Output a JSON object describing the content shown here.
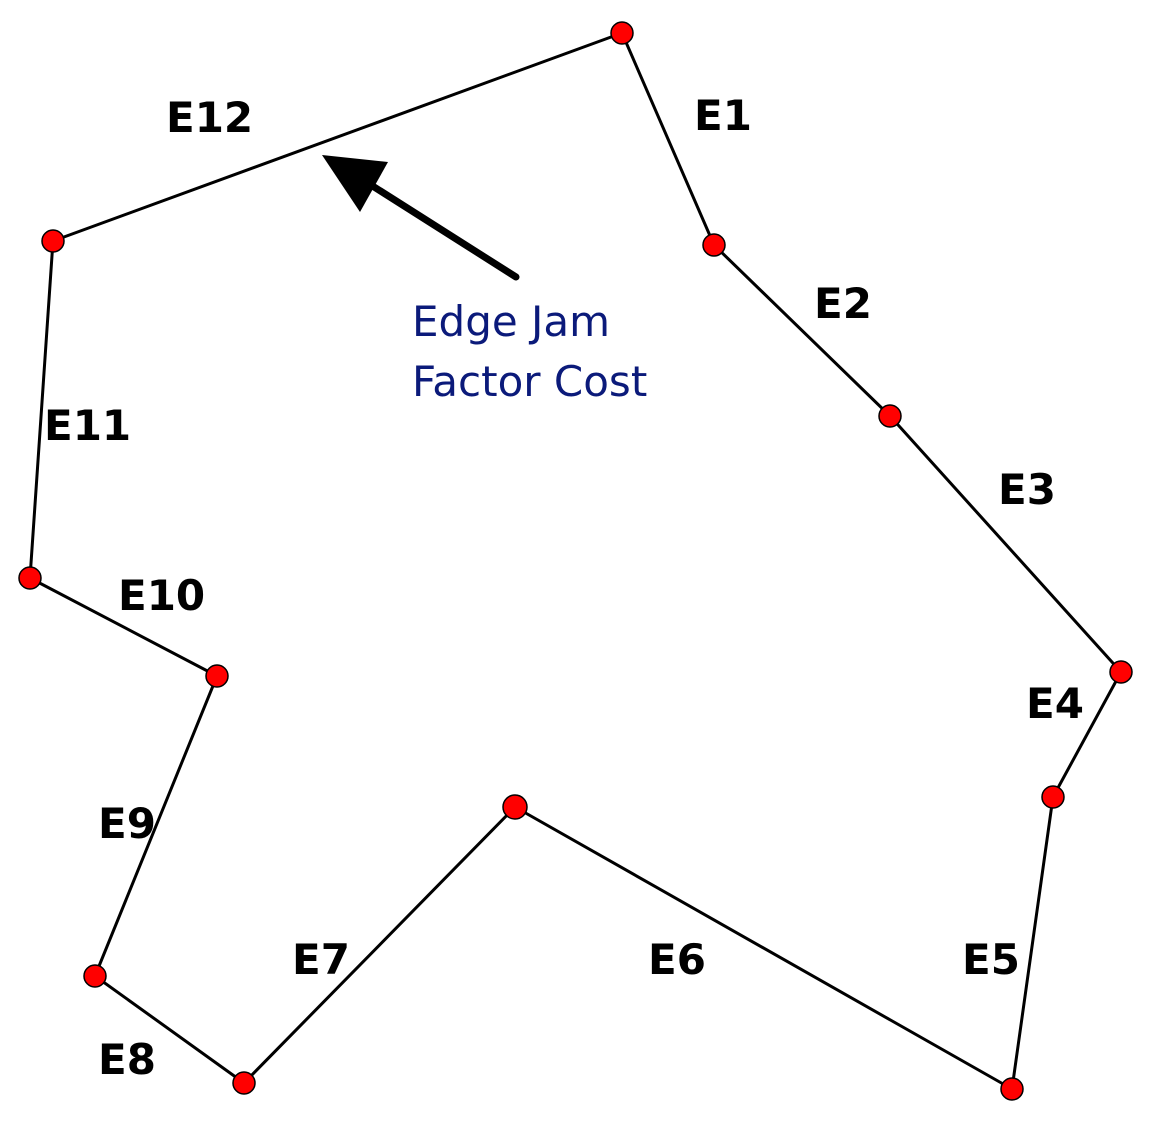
{
  "diagram": {
    "node_color": "#ff0000",
    "edge_color": "#000000",
    "annotation_color": "#0b1a7a",
    "edges": [
      {
        "label": "E1"
      },
      {
        "label": "E2"
      },
      {
        "label": "E3"
      },
      {
        "label": "E4"
      },
      {
        "label": "E5"
      },
      {
        "label": "E6"
      },
      {
        "label": "E7"
      },
      {
        "label": "E8"
      },
      {
        "label": "E9"
      },
      {
        "label": "E10"
      },
      {
        "label": "E11"
      },
      {
        "label": "E12"
      }
    ],
    "annotation": {
      "line1": "Edge Jam",
      "line2": "Factor Cost"
    }
  }
}
